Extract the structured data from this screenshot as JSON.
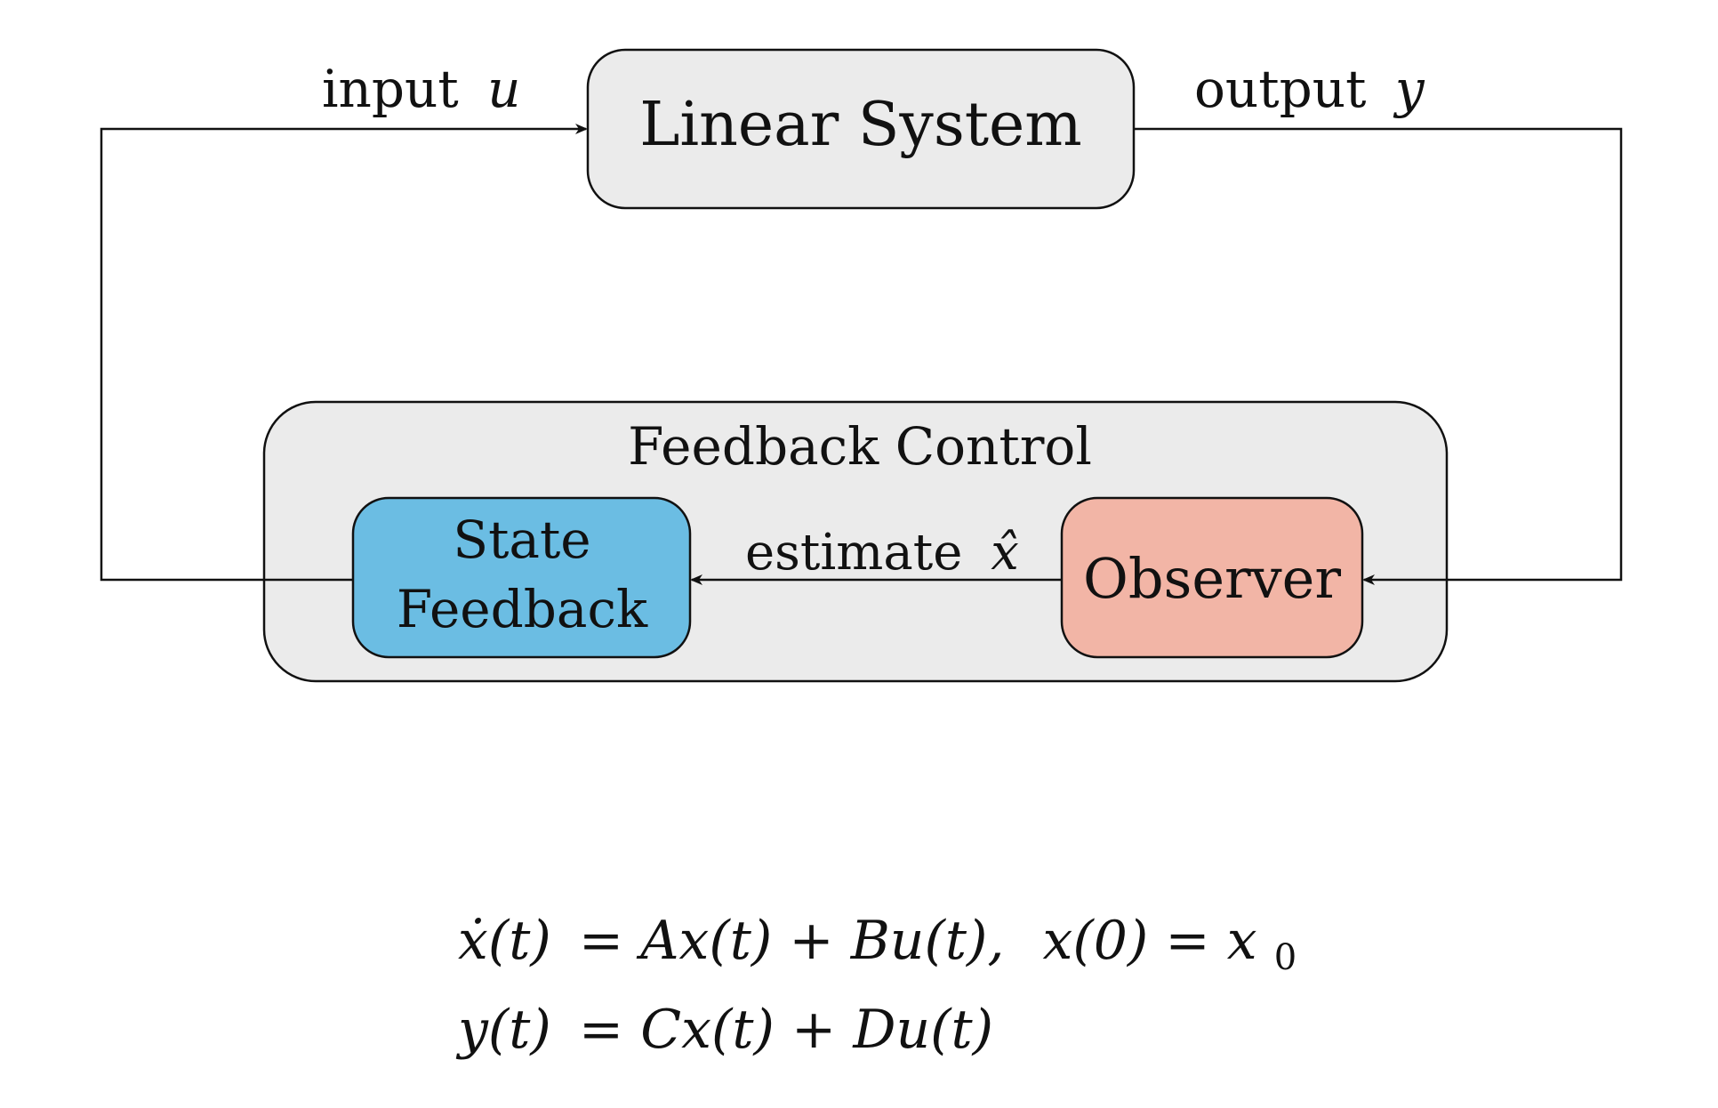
{
  "diagram": {
    "linear_system": {
      "label": "Linear System"
    },
    "feedback_control": {
      "label": "Feedback Control"
    },
    "state_feedback": {
      "line1": "State",
      "line2": "Feedback"
    },
    "observer": {
      "label": "Observer"
    },
    "input_label": {
      "word": "input",
      "symbol": "u"
    },
    "output_label": {
      "word": "output",
      "symbol": "y"
    },
    "estimate_label": {
      "word": "estimate",
      "symbol": "x̂"
    },
    "equations": {
      "line1": {
        "lhs": "ẋ(t)",
        "rhs": "= Ax(t) + Bu(t),",
        "init": "x(0) = x",
        "init_sub": "0"
      },
      "line2": {
        "lhs": "y(t)",
        "rhs": "= Cx(t) + Du(t)"
      }
    },
    "colors": {
      "linear_system_fill": "#ebebeb",
      "feedback_control_fill": "#ebebeb",
      "state_feedback_fill": "#6bbde3",
      "observer_fill": "#f2b5a6",
      "stroke": "#111111"
    }
  }
}
